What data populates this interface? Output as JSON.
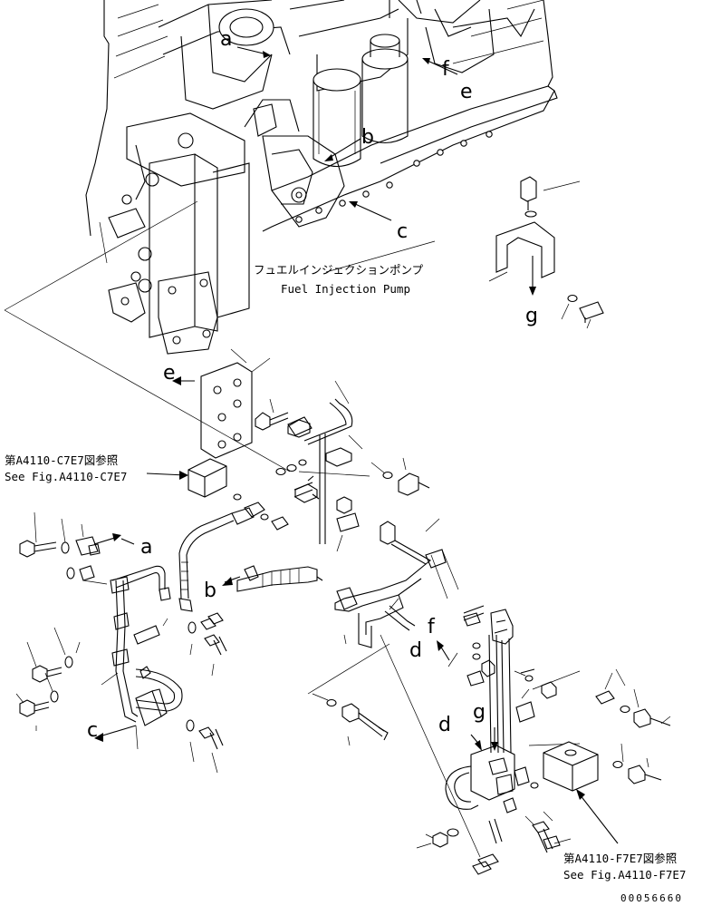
{
  "title": {
    "jp": "フュエルインジェクションポンプ",
    "en": "Fuel Injection Pump"
  },
  "references": {
    "upper_jp": "第A4110-C7E7図参照",
    "upper_en": "See Fig.A4110-C7E7",
    "lower_jp": "第A4110-F7E7図参照",
    "lower_en": "See Fig.A4110-F7E7"
  },
  "callouts": {
    "a_top": "a",
    "b_top": "b",
    "c_top": "c",
    "e_top": "e",
    "f_top": "f",
    "g_top": "g",
    "e_mid": "e",
    "a_mid": "a",
    "b_mid": "b",
    "c_mid": "c",
    "d_mid": "d",
    "f_mid": "f",
    "d_low": "d",
    "g_low": "g"
  },
  "drawing_number": "00056660"
}
